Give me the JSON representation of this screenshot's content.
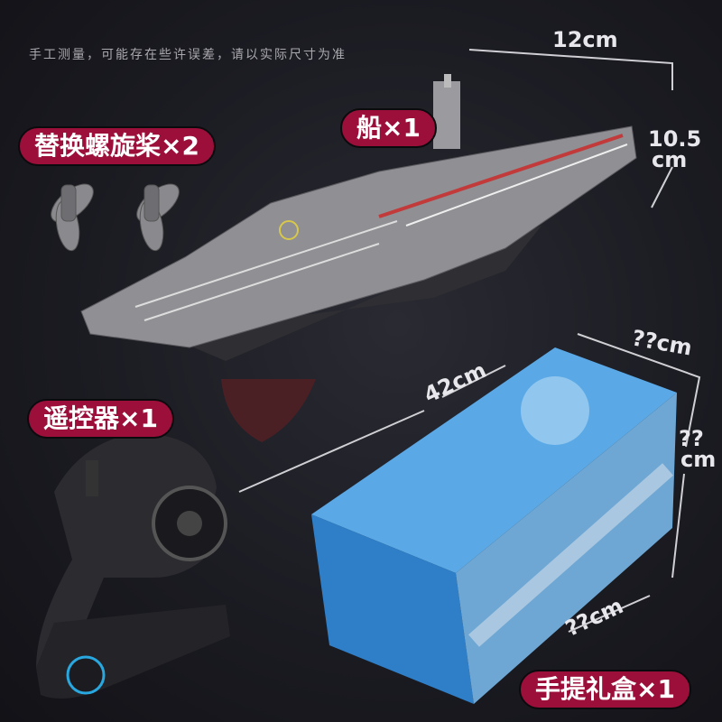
{
  "note": "手工测量，可能存在些许误差，请以实际尺寸为准",
  "labels": {
    "propeller": "替换螺旋桨×2",
    "ship": "船×1",
    "remote": "遥控器×1",
    "gift_box": "手提礼盒×1"
  },
  "dimensions": {
    "ship_width": "12cm",
    "ship_height_value": "10.5",
    "ship_height_unit": "cm",
    "ship_length": "42cm",
    "box_width": "??cm",
    "box_height_value": "??",
    "box_height_unit": "cm",
    "box_length": "??cm"
  },
  "colors": {
    "label_bg": "#9b0f3a",
    "box_blue": "#2f7fc8",
    "background": "#1b1b22"
  }
}
